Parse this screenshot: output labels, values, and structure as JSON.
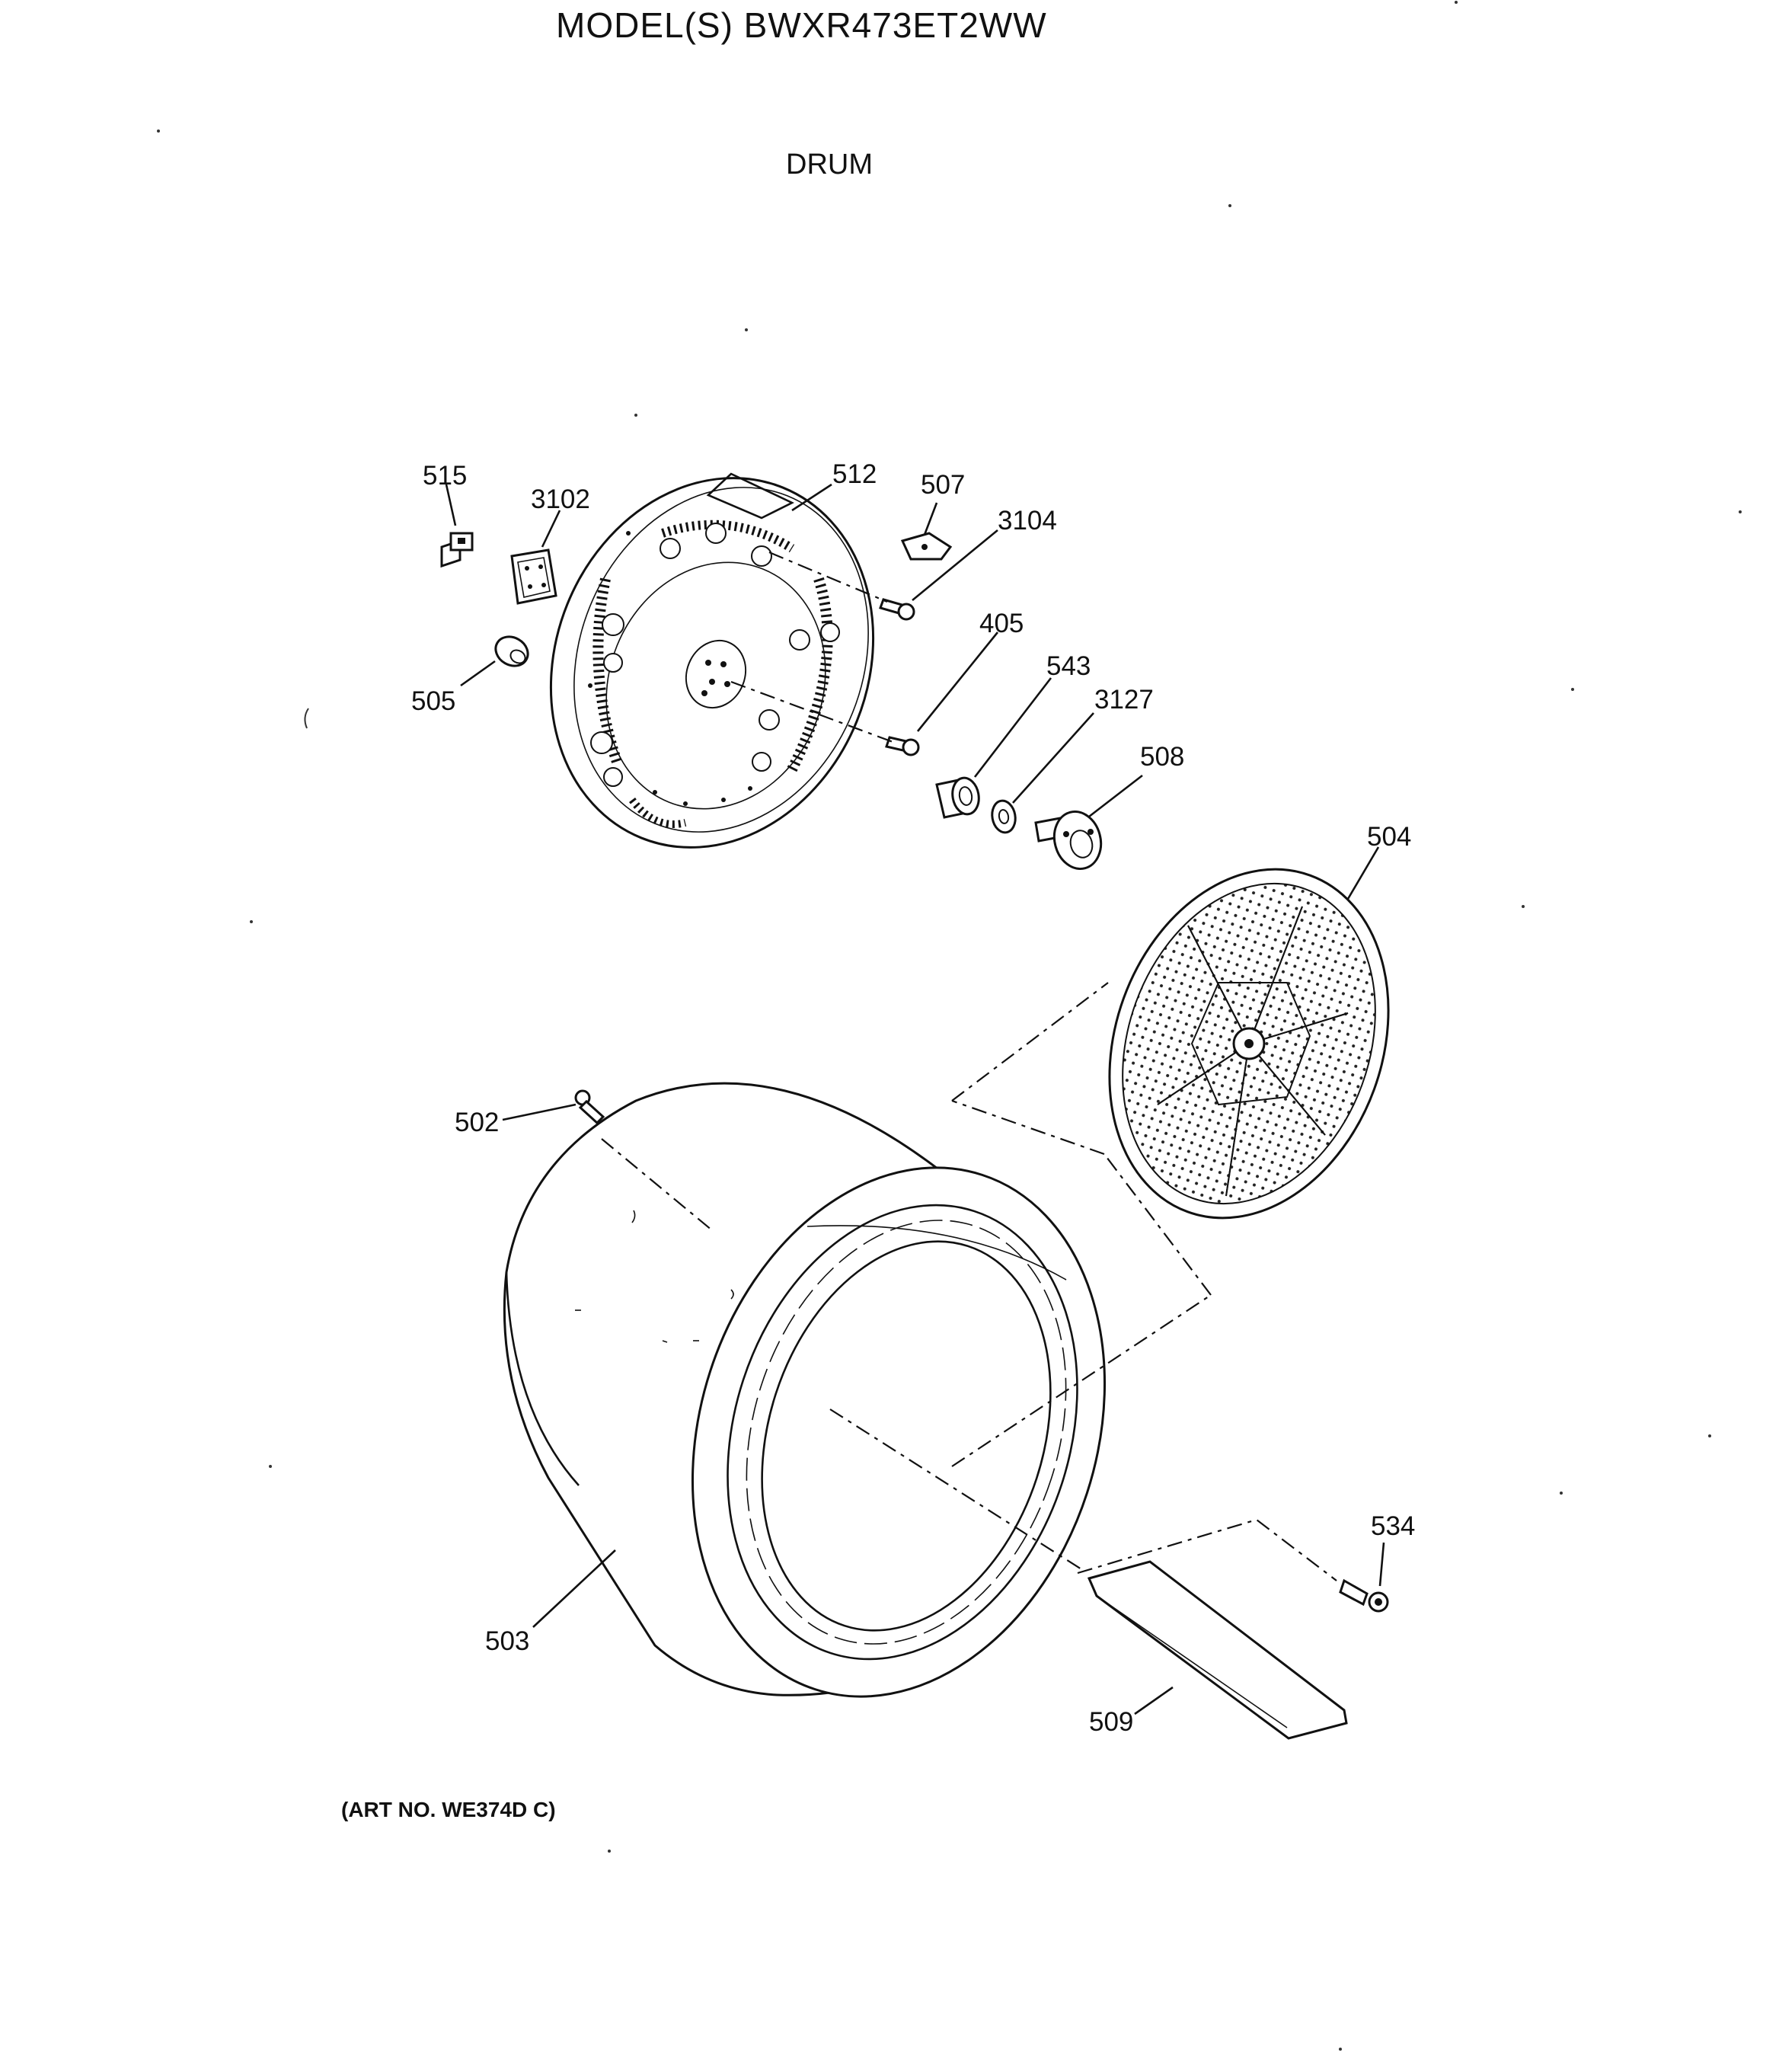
{
  "header": {
    "model_line": "MODEL(S) BWXR473ET2WW",
    "section": "DRUM"
  },
  "footer": {
    "art_number": "(ART NO. WE374D C)"
  },
  "callouts": {
    "c515": "515",
    "c3102": "3102",
    "c512": "512",
    "c507": "507",
    "c3104": "3104",
    "c505": "505",
    "c405": "405",
    "c543": "543",
    "c3127": "3127",
    "c508": "508",
    "c504": "504",
    "c502": "502",
    "c503": "503",
    "c534": "534",
    "c509": "509"
  }
}
